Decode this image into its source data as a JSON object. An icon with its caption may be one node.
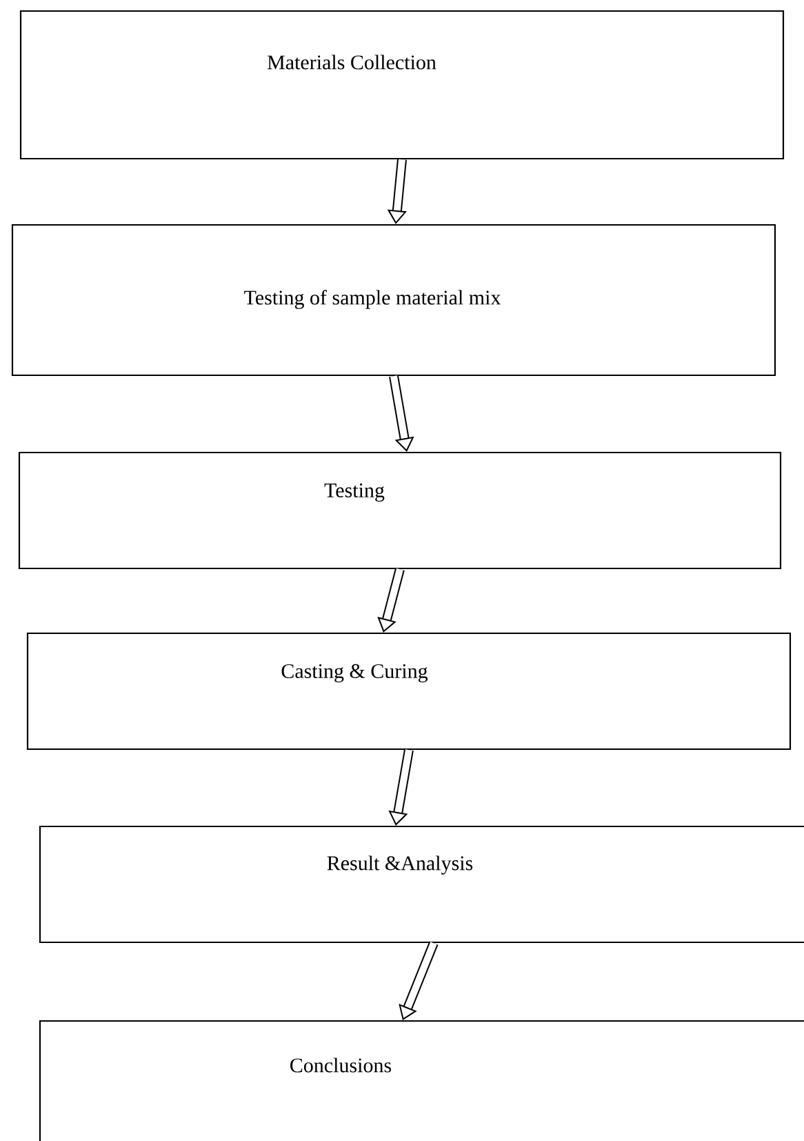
{
  "diagram": {
    "nodes": [
      {
        "text": [
          "Materials Collection"
        ]
      },
      {
        "text": [
          "Testing of sample material mix"
        ]
      },
      {
        "text": [
          "Testing"
        ]
      },
      {
        "text": [
          "Casting & Curing"
        ]
      },
      {
        "text": [
          "Result &Analysis"
        ]
      },
      {
        "text": [
          "Conclusions"
        ]
      }
    ],
    "edges": [
      {
        "from": 0,
        "to": 1,
        "arrow": "to"
      },
      {
        "from": 1,
        "to": 2,
        "arrow": "to"
      },
      {
        "from": 2,
        "to": 3,
        "arrow": "to"
      },
      {
        "from": 3,
        "to": 4,
        "arrow": "to"
      },
      {
        "from": 4,
        "to": 5,
        "arrow": "to"
      }
    ]
  }
}
